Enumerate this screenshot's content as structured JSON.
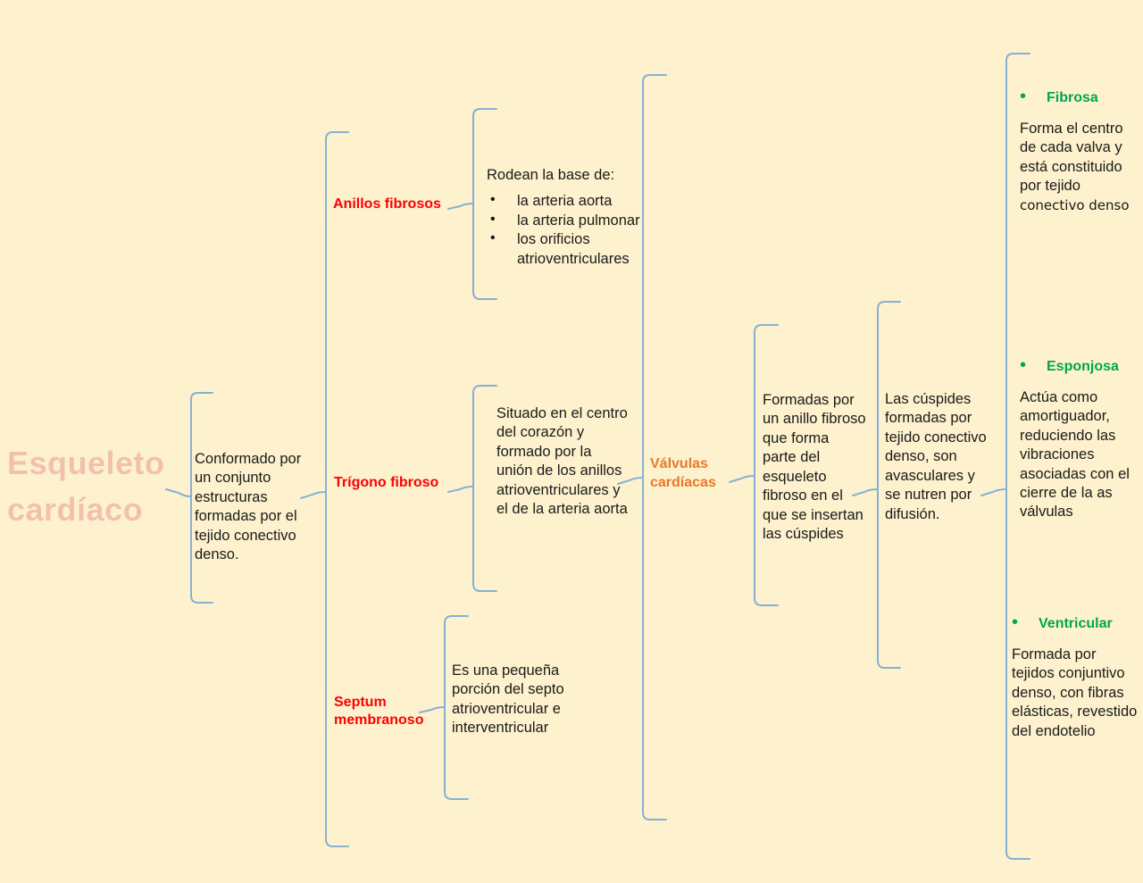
{
  "page": {
    "background_color": "#fdf2cd",
    "connector_color": "#86b0d6",
    "title_color": "#f3c0b0",
    "red_color": "#fd0000",
    "orange_color": "#e8782b",
    "green_color": "#00a550",
    "body_text_color": "#1a1a1a"
  },
  "root": {
    "title_line1": "Esqueleto",
    "title_line2": "cardíaco",
    "description": "Conformado por un conjunto estructuras formadas por el tejido conectivo denso."
  },
  "branches": [
    {
      "id": "anillos-fibrosos",
      "label": "Anillos fibrosos",
      "detail_heading": "Rodean la base de:",
      "bullets": [
        "la arteria aorta",
        "la arteria pulmonar",
        "los orificios atrioventriculares"
      ]
    },
    {
      "id": "trigono-fibroso",
      "label": "Trígono fibroso",
      "detail": "Situado en el centro del corazón y formado por la unión de los anillos atrioventriculares y el de la arteria aorta"
    },
    {
      "id": "septum-membranoso",
      "label_line1": "Septum",
      "label_line2": "membranoso",
      "detail": "Es una pequeña porción del septo atrioventricular e interventricular"
    }
  ],
  "valvulas": {
    "label_line1": "Válvulas",
    "label_line2": "cardíacas",
    "detail_1": "Formadas por un anillo fibroso que forma parte del esqueleto fibroso en el que se insertan las cúspides",
    "detail_2": "Las cúspides formadas por tejido conectivo denso, son avasculares y se nutren por difusión.",
    "layers": [
      {
        "id": "fibrosa",
        "bullet": "•",
        "name": "Fibrosa",
        "description_main": "Forma el centro de cada valva y está constituido por tejido ",
        "description_alt": "conectivo denso"
      },
      {
        "id": "esponjosa",
        "bullet": "•",
        "name": "Esponjosa",
        "description_main": "Actúa como amortiguador, reduciendo las vibraciones asociadas con el cierre de la as válvulas",
        "description_alt": ""
      },
      {
        "id": "ventricular",
        "bullet": "•",
        "name": "Ventricular",
        "description_main": "Formada por tejidos conjuntivo denso, con fibras elásticas, revestido del endotelio",
        "description_alt": ""
      }
    ]
  }
}
